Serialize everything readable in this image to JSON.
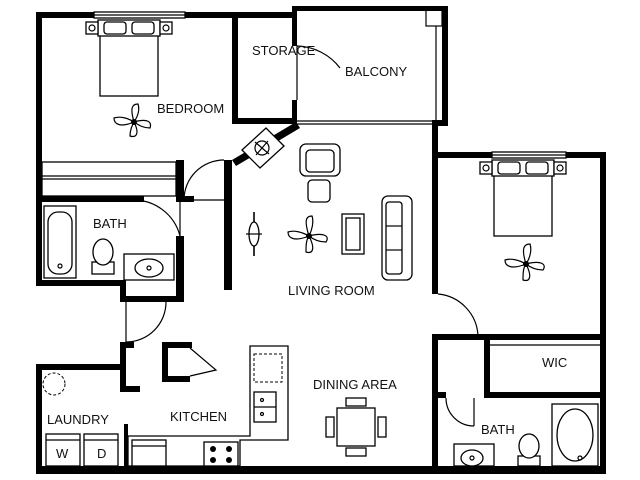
{
  "rooms": {
    "bedroom": "BEDROOM",
    "storage": "STORAGE",
    "balcony": "BALCONY",
    "bath1": "BATH",
    "living_room": "LIVING ROOM",
    "wic": "WIC",
    "dining_area": "DINING AREA",
    "laundry": "LAUNDRY",
    "kitchen": "KITCHEN",
    "bath2": "BATH"
  },
  "appliances": {
    "washer": "W",
    "dryer": "D"
  }
}
